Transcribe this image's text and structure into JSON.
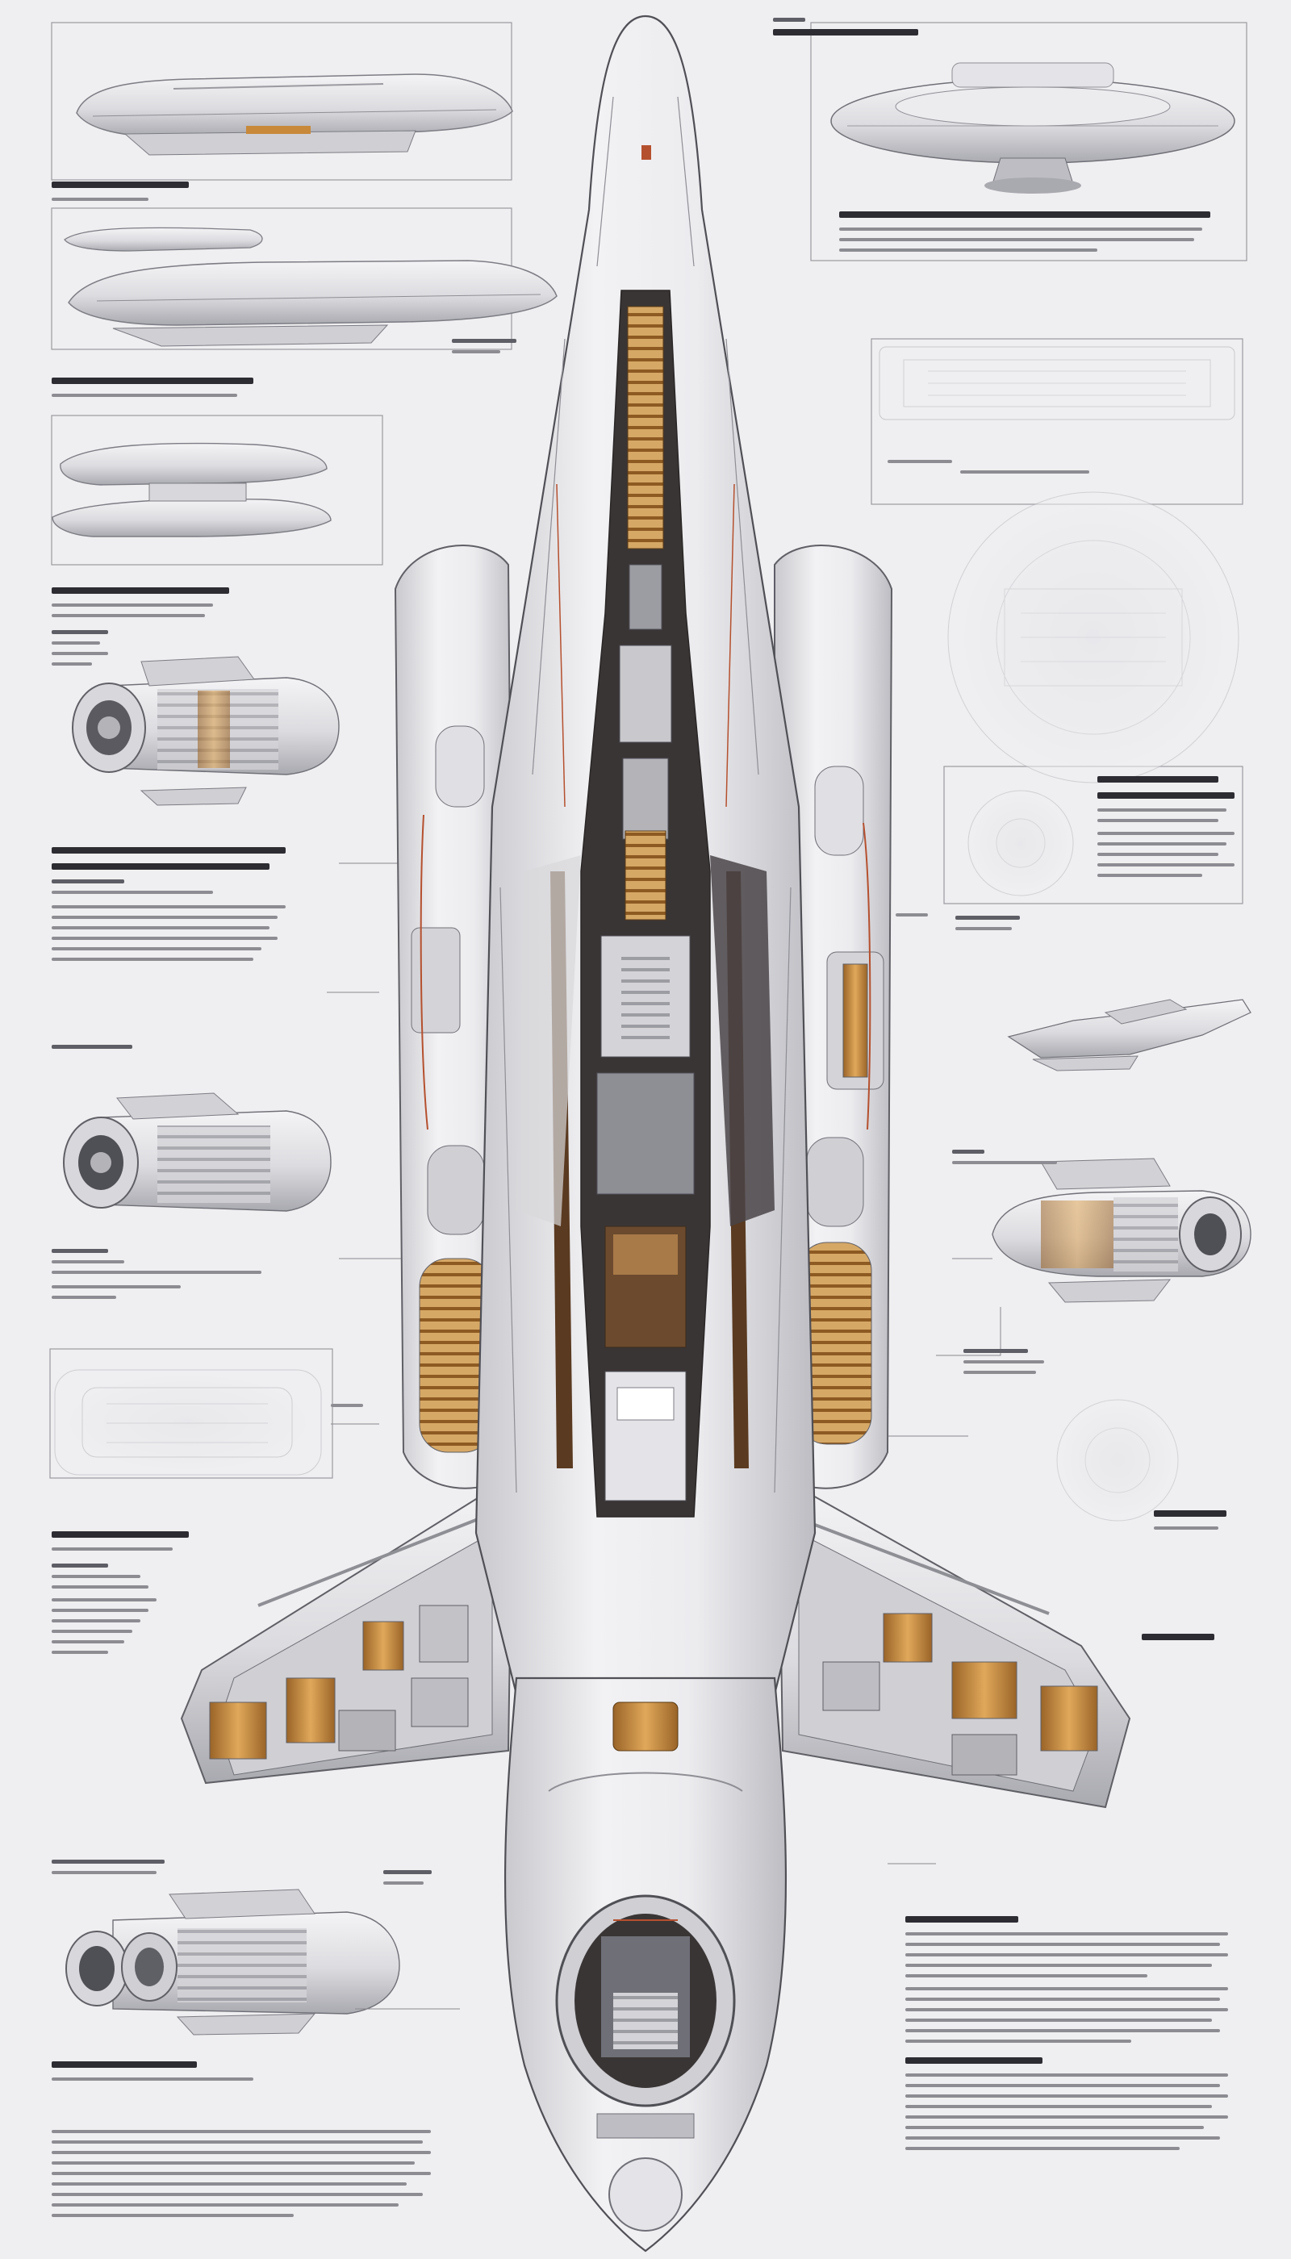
{
  "sheet": {
    "background": "#efeff1",
    "hull_color": "#e6e6e9",
    "hull_shade": "#c7c7cc",
    "panel_line": "#8e8e95",
    "accent_copper": "#c8893a",
    "accent_red": "#b5502e",
    "interior_dark": "#3a3535"
  },
  "icons": [
    "starship-cutaway-illustration",
    "side-profile-ship",
    "engine-nacelle-view",
    "saucer-section-view",
    "circular-schematic",
    "deck-plan-schematic"
  ]
}
